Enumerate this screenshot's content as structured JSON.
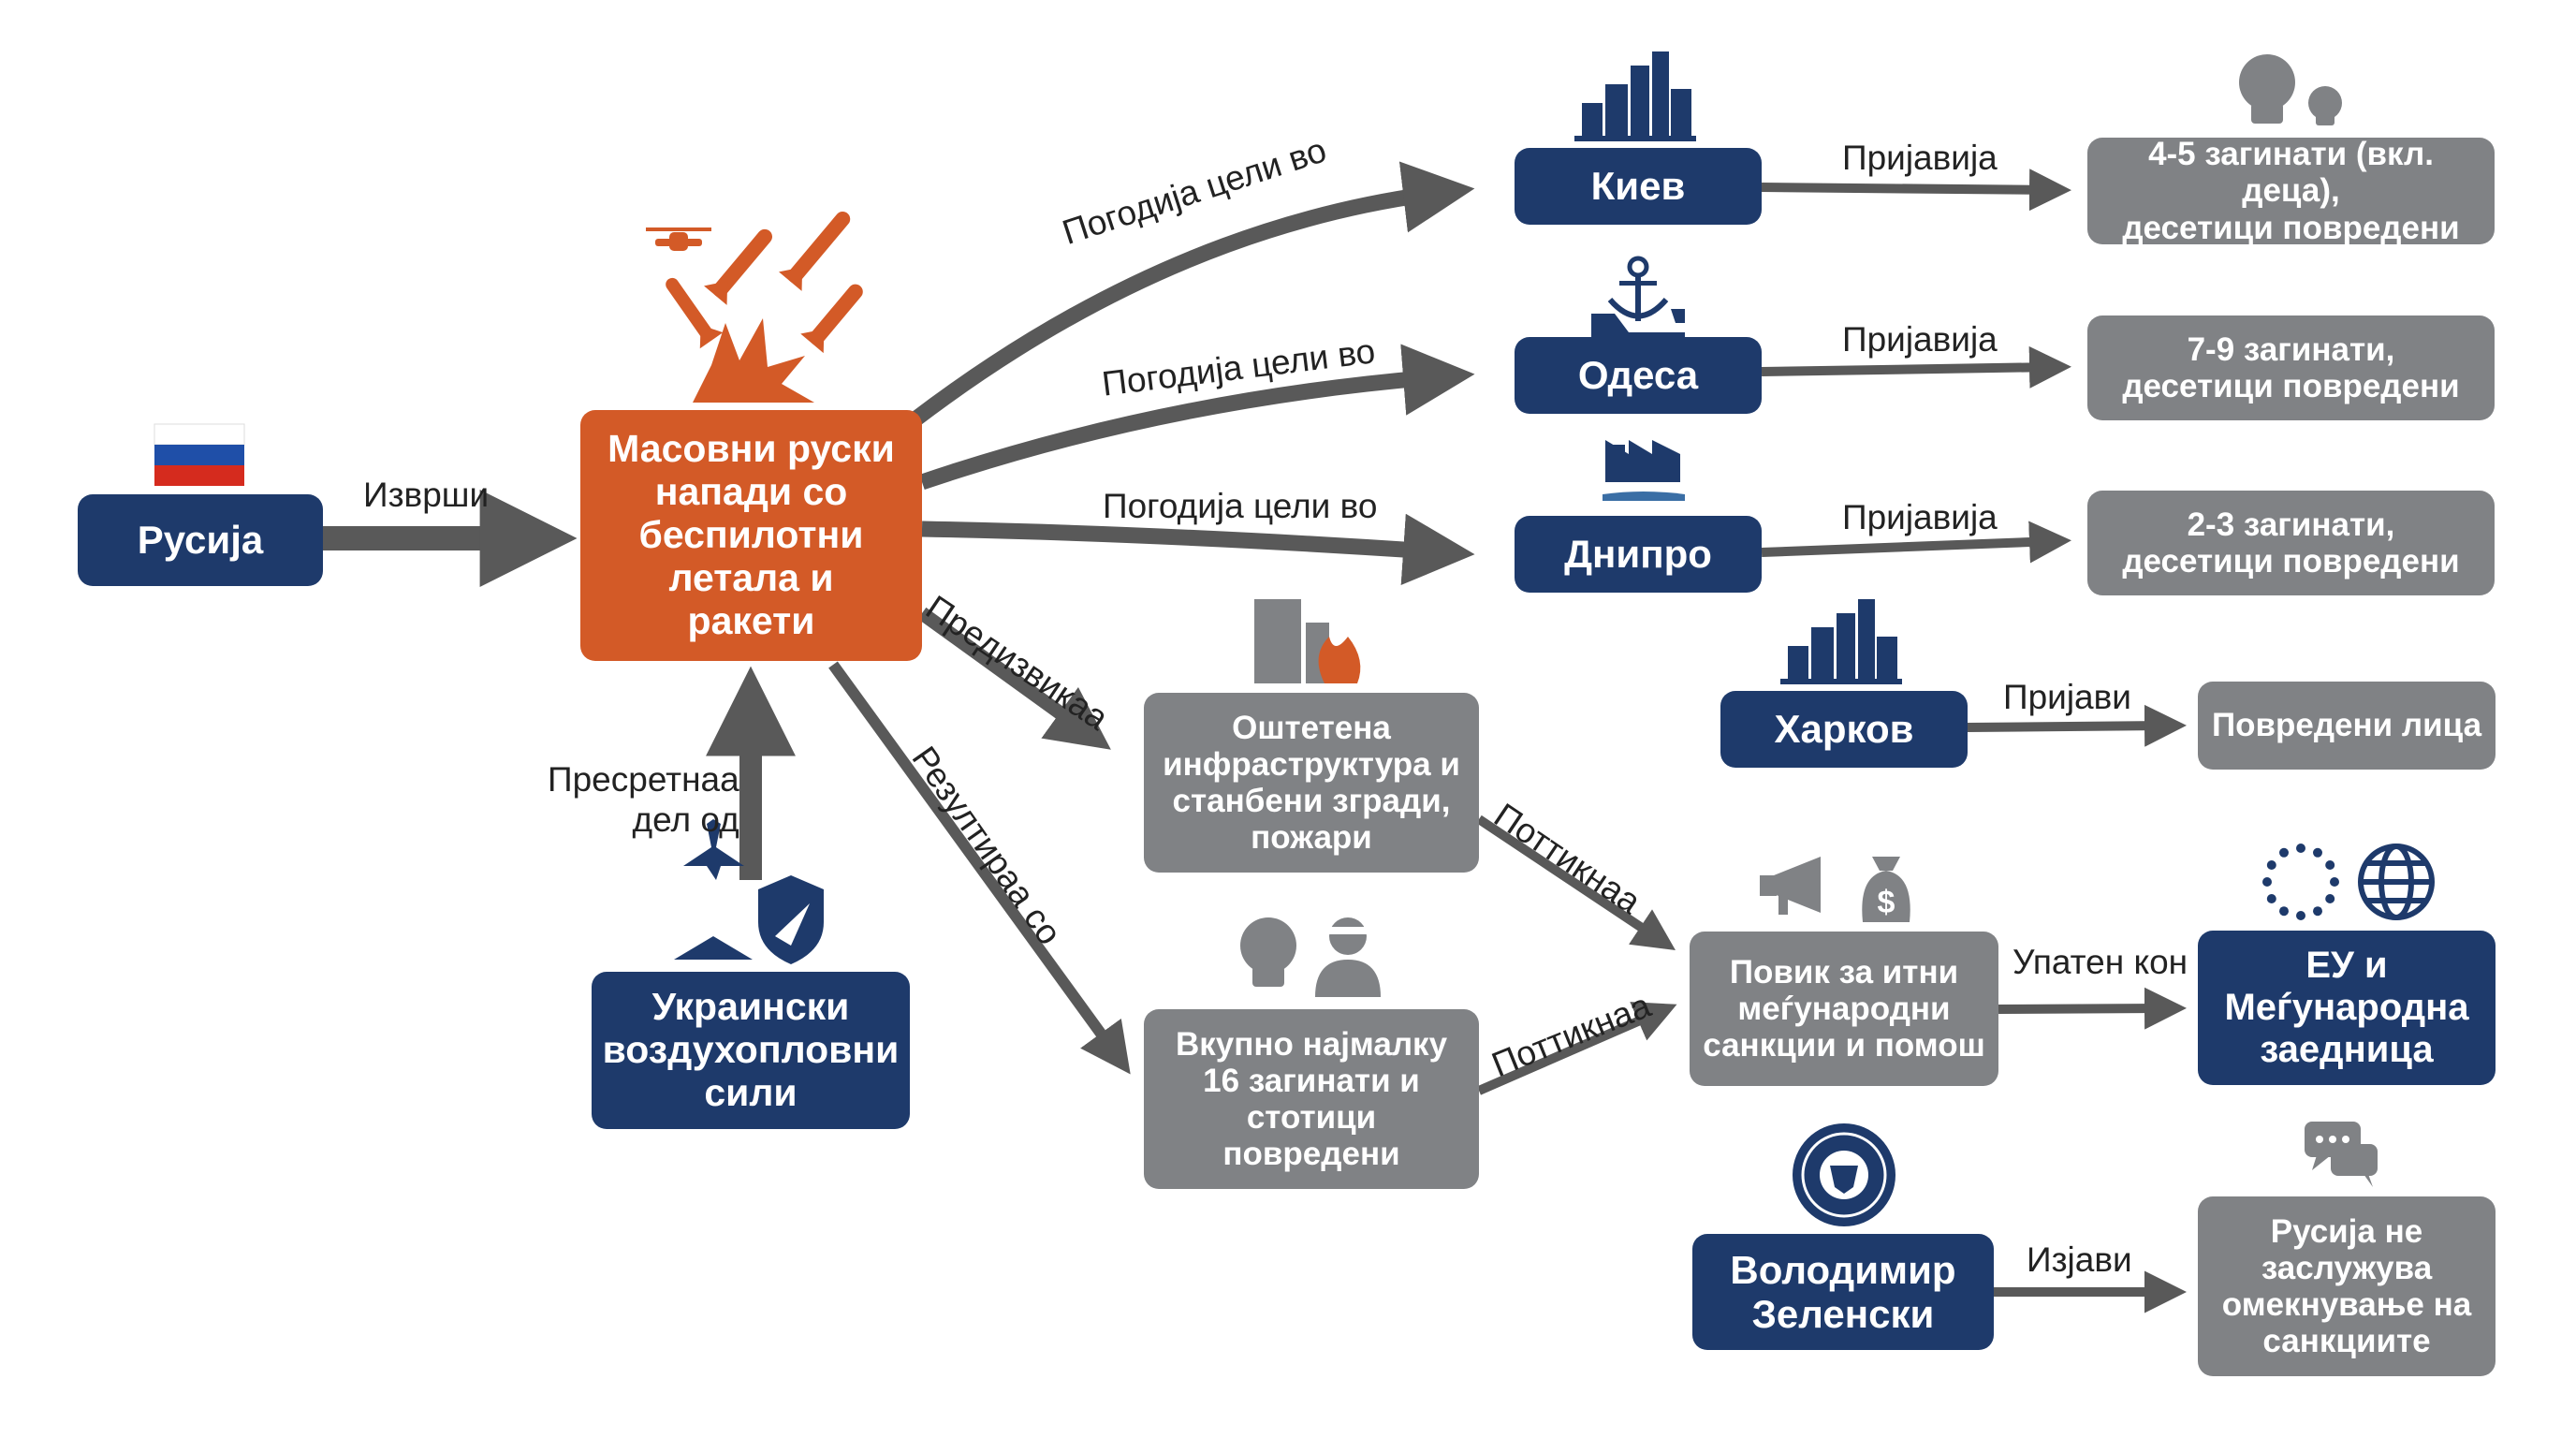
{
  "nodes": {
    "russia": "Русија",
    "attacks": "Масовни руски\nнапади со\nбеспилотни\nлетала и\nракети",
    "airforce": "Украински\nвоздухопловни\nсили",
    "kyiv": "Киев",
    "odesa": "Одеса",
    "dnipro": "Днипро",
    "kharkiv": "Харков",
    "kyiv_result": "4-5 загинати (вкл. деца),\nдесетици повредени",
    "odesa_result": "7-9 загинати,\nдесетици повредени",
    "dnipro_result": "2-3 загинати,\nдесетици повредени",
    "kharkiv_result": "Повредени лица",
    "infrastructure": "Оштетена\nинфраструктура и\nстанбени згради,\nпожари",
    "casualties": "Вкупно најмалку\n16 загинати и\nстотици\nповредени",
    "appeal": "Повик за итни\nмеѓународни\nсанкции и помош",
    "eu": "ЕУ и\nМеѓународна\nзаедница",
    "zelensky": "Володимир\nЗеленски",
    "statement": "Русија не\nзаслужува\nомекнување на\nсанкциите"
  },
  "edges": {
    "carried_out": "Изврши",
    "intercepted": "Пресретнаа\nдел од",
    "hit_kyiv": "Погодија цели во",
    "hit_odesa": "Погодија цели во",
    "hit_dnipro": "Погодија цели во",
    "caused": "Предизвикаа",
    "resulted": "Резултираа со",
    "reported_kyiv": "Пријавија",
    "reported_odesa": "Пријавија",
    "reported_dnipro": "Пријавија",
    "reported_kharkiv": "Пријави",
    "prompted_1": "Поттикнаа",
    "prompted_2": "Поттикнаа",
    "addressed_to": "Упатен кон",
    "stated": "Изјави"
  },
  "icons": [
    "russian-flag-icon",
    "drone-missile-icon",
    "fighter-jet-icon",
    "shield-icon",
    "city-skyline-icon",
    "anchor-icon",
    "factory-icon",
    "burning-building-icon",
    "skull-icon",
    "injured-person-icon",
    "megaphone-icon",
    "money-bag-icon",
    "eu-stars-icon",
    "globe-icon",
    "presidential-seal-icon",
    "chat-bubbles-icon"
  ],
  "colors": {
    "navy": "#1e3a6b",
    "gray": "#808285",
    "orange": "#d35a27",
    "arrow": "#595959"
  }
}
